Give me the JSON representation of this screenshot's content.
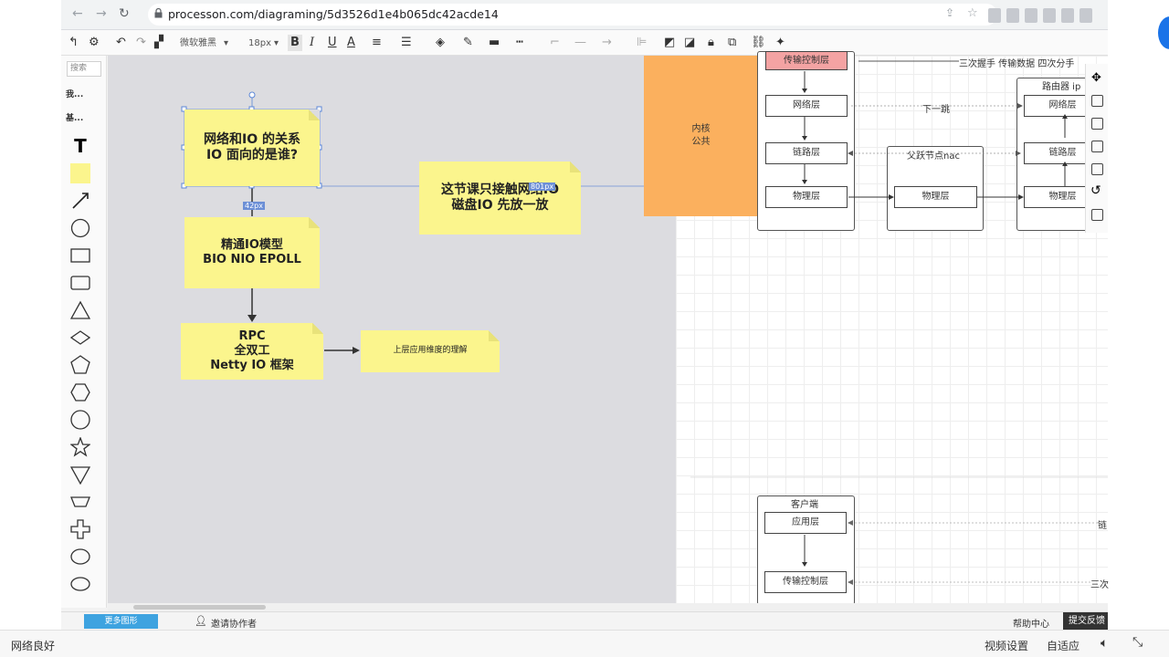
{
  "browser": {
    "url": "processon.com/diagraming/5d3526d1e4b065dc42acde14",
    "back_icon": "arrow-left-icon",
    "forward_icon": "arrow-right-icon",
    "reload_icon": "reload-icon"
  },
  "toolbar": {
    "font": "微软雅黑",
    "size": "18px",
    "bold": "B",
    "italic": "I",
    "underline": "U",
    "font_color": "A"
  },
  "leftpanel": {
    "search_placeholder": "搜索",
    "cat1": "我...",
    "cat2": "基...",
    "text_tool": "T"
  },
  "notes": {
    "n1": "网络和IO 的关系\nIO 面向的是谁?",
    "n2": "这节课只接触网络IO\n磁盘IO 先放一放",
    "n3": "精通IO模型\nBIO NIO  EPOLL",
    "n4": "RPC\n全双工\nNetty  IO 框架",
    "n5": "上层应用维度的理解",
    "gap_label": "42px",
    "dist_label": "801px"
  },
  "kernel": {
    "label": "内核\n公共"
  },
  "diagram": {
    "top_label": "三次握手 传输数据 四次分手",
    "left_layers": [
      "传输控制层",
      "网络层",
      "链路层",
      "物理层"
    ],
    "mid_title": "父跃节点nac",
    "mid_layer": "物理层",
    "next_hop": "下一跳",
    "router_title": "路由器  ip",
    "router_layers": [
      "网络层",
      "链路层",
      "物理层"
    ],
    "client_title": "客户端",
    "client_layers": [
      "应用层",
      "传输控制层"
    ],
    "right_cut1": "链",
    "right_cut2": "三次"
  },
  "bottombar": {
    "more_shapes": "更多图形",
    "invite": "邀请协作者",
    "help": "帮助中心",
    "feedback": "提交反馈"
  },
  "statusbar": {
    "network": "网络良好",
    "video": "视频设置",
    "fit": "自适应"
  },
  "colors": {
    "sticky": "#fbf58d",
    "kernel": "#fbb05e",
    "transport_highlight": "#f4a3a3",
    "canvas_gray": "#dcdce0"
  }
}
